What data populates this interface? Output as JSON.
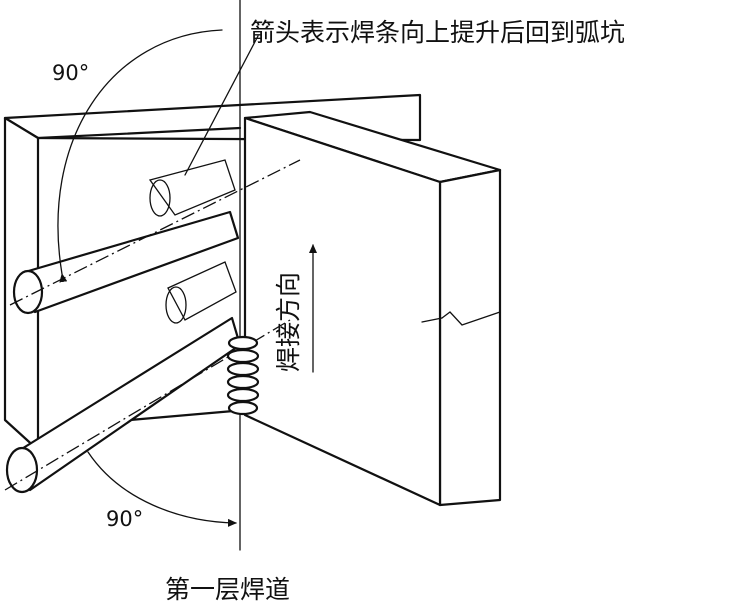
{
  "labels": {
    "arrow_note": "箭头表示焊条向上提升后回到弧坑",
    "angle_top": "90°",
    "angle_bottom": "90°",
    "weld_direction": "焊接方向",
    "first_layer": "第一层焊道"
  }
}
